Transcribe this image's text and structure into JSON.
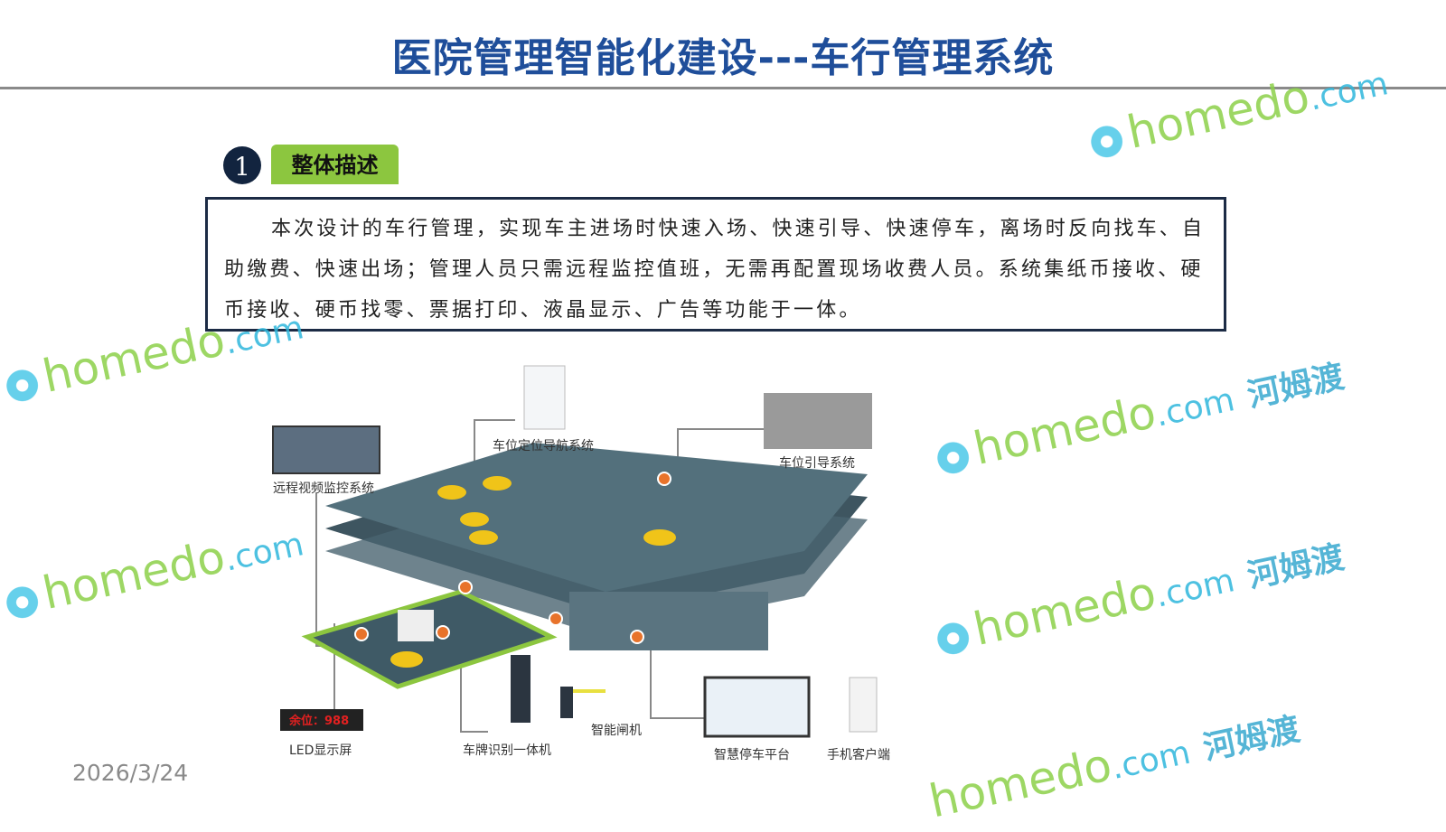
{
  "title": "医院管理智能化建设---车行管理系统",
  "section": {
    "number": "1",
    "label": "整体描述"
  },
  "description": "本次设计的车行管理，实现车主进场时快速入场、快速引导、快速停车，离场时反向找车、自助缴费、快速出场；管理人员只需远程监控值班，无需再配置现场收费人员。系统集纸币接收、硬币接收、硬币找零、票据打印、液晶显示、广告等功能于一体。",
  "diagram": {
    "labels": {
      "video": "远程视频监控系统",
      "nav": "车位定位导航系统",
      "guide": "车位引导系统",
      "led": "LED显示屏",
      "led_screen": "余位：988",
      "plate": "车牌识别一体机",
      "gate": "智能闸机",
      "platform": "智慧停车平台",
      "mobile": "手机客户端"
    }
  },
  "date": "2026/3/24",
  "watermark": {
    "domain": "homedo",
    "tld": ".com",
    "cn": "河姆渡"
  },
  "colors": {
    "title": "#1f4e9a",
    "accent": "#8cc63f",
    "border": "#1c2b45"
  }
}
